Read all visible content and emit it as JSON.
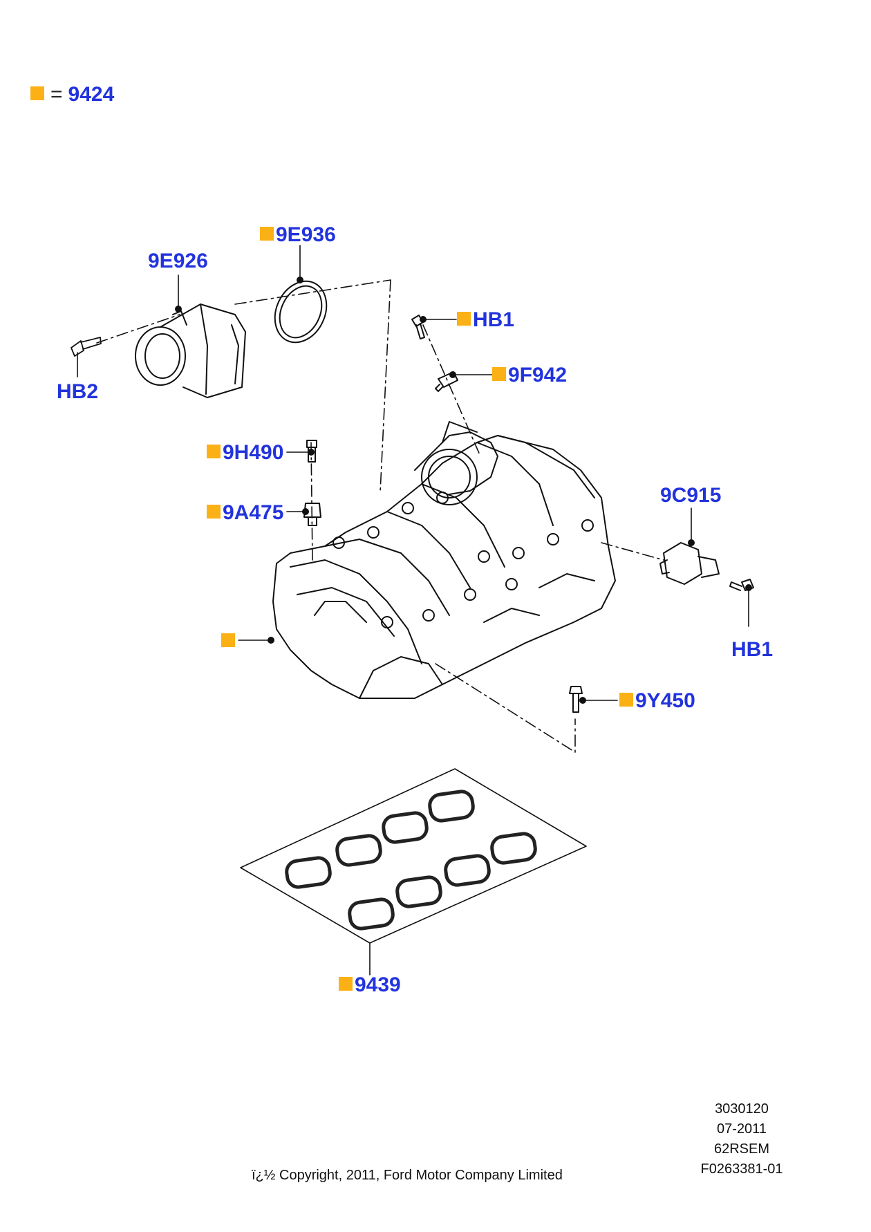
{
  "legend": {
    "value": "9424",
    "equals": "="
  },
  "callouts": {
    "c9E936": "9E936",
    "c9E926": "9E926",
    "cHB2": "HB2",
    "cHB1_top": "HB1",
    "c9F942": "9F942",
    "c9H490": "9H490",
    "c9A475": "9A475",
    "c9C915": "9C915",
    "cHB1_right": "HB1",
    "c9Y450": "9Y450",
    "c9439": "9439"
  },
  "footer": {
    "code": "3030120",
    "date": "07-2011",
    "series": "62RSEM",
    "figure": "F0263381-01",
    "copyright": "ï¿½ Copyright, 2011, Ford Motor Company Limited"
  },
  "colors": {
    "label_blue": "#2233dd",
    "marker_orange": "#fbb116",
    "line_black": "#111111"
  }
}
